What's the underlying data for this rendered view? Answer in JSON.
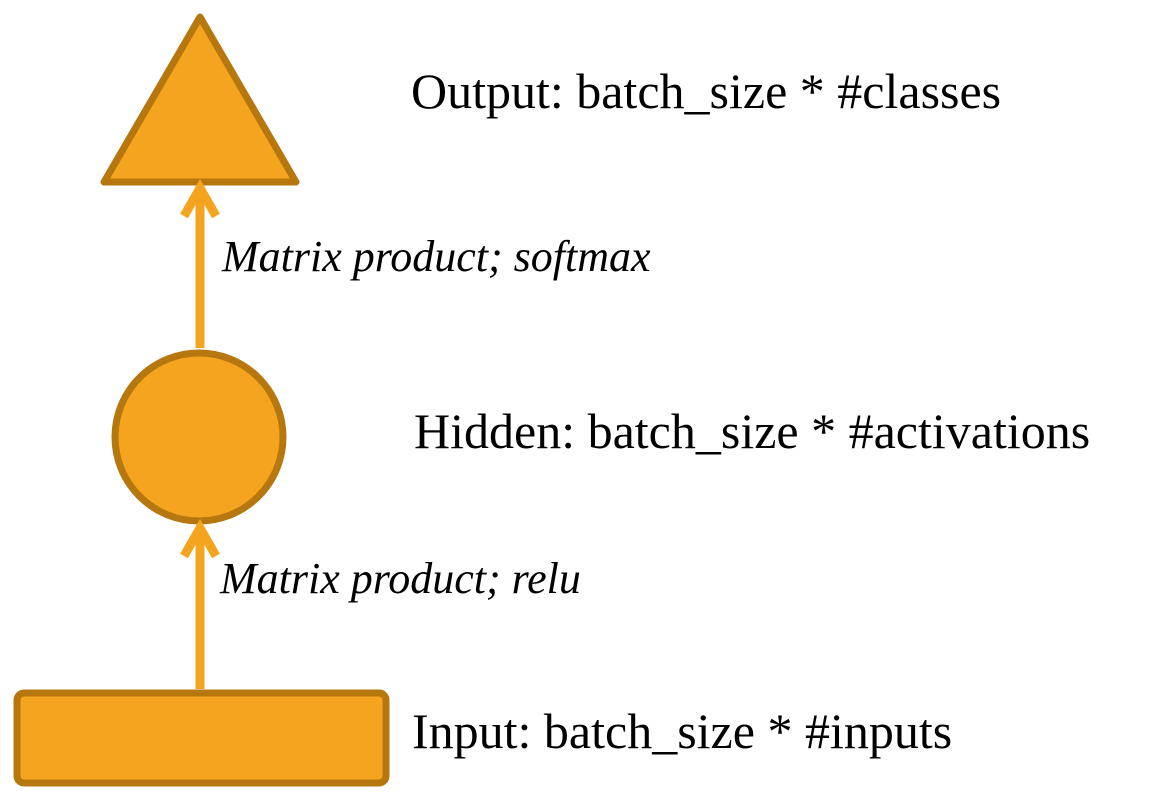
{
  "diagram_type": "neural-network-layer-flow",
  "colors": {
    "node_fill": "#F5A41F",
    "node_stroke": "#B5770E",
    "arrow": "#F5A41F",
    "text": "#000000",
    "background": "#FFFFFF"
  },
  "nodes": {
    "output": {
      "shape": "triangle",
      "label": "Output: batch_size * #classes"
    },
    "hidden": {
      "shape": "circle",
      "label": "Hidden: batch_size * #activations"
    },
    "input": {
      "shape": "rectangle",
      "label": "Input: batch_size * #inputs"
    }
  },
  "edges": {
    "hidden_to_output": {
      "from": "hidden",
      "to": "output",
      "label": "Matrix product; softmax"
    },
    "input_to_hidden": {
      "from": "input",
      "to": "hidden",
      "label": "Matrix product; relu"
    }
  }
}
